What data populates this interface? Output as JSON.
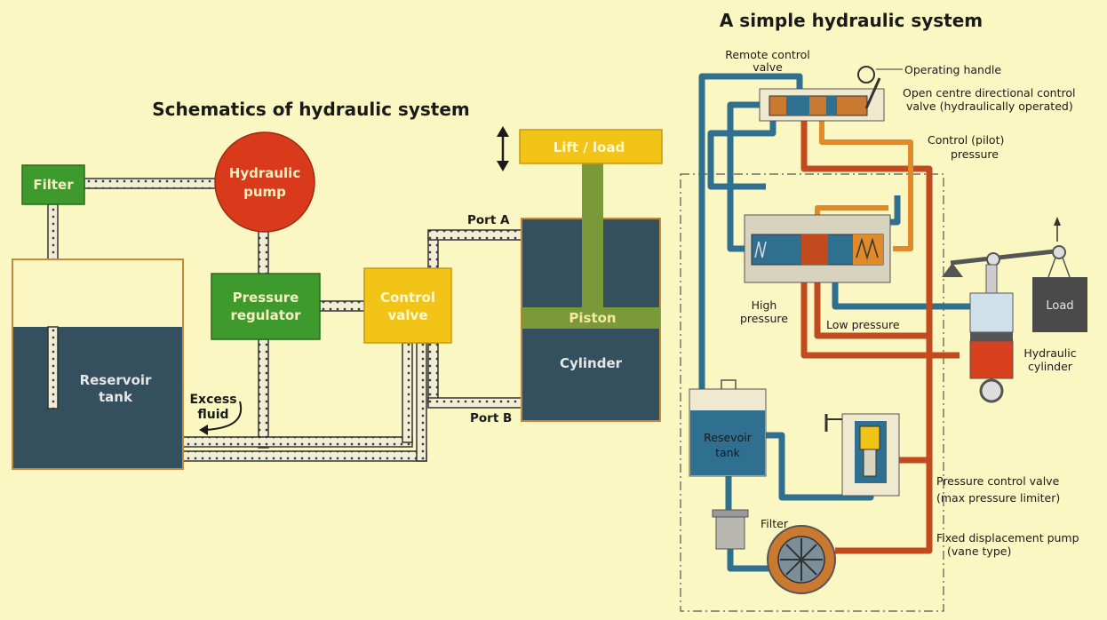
{
  "left": {
    "title": "Schematics of hydraulic system",
    "filter": "Filter",
    "pump": [
      "Hydraulic",
      "pump"
    ],
    "regulator": [
      "Pressure",
      "regulator"
    ],
    "control_valve": [
      "Control",
      "valve"
    ],
    "lift": "Lift / load",
    "piston": "Piston",
    "cylinder": "Cylinder",
    "reservoir": [
      "Reservoir",
      "tank"
    ],
    "excess": [
      "Excess",
      "fluid"
    ],
    "port_a": "Port A",
    "port_b": "Port B"
  },
  "right": {
    "title": "A simple hydraulic system",
    "remote_valve": [
      "Remote control",
      "valve"
    ],
    "handle": "Operating handle",
    "directional": [
      "Open centre directional control",
      "valve (hydraulically operated)"
    ],
    "pilot": [
      "Control (pilot)",
      "pressure"
    ],
    "high_pressure": [
      "High",
      "pressure"
    ],
    "low_pressure": "Low pressure",
    "load": "Load",
    "hyd_cylinder": [
      "Hydraulic",
      "cylinder"
    ],
    "reservoir": [
      "Resevoir",
      "tank"
    ],
    "filter": "Filter",
    "pressure_control": [
      "Pressure control valve",
      "(max pressure limiter)"
    ],
    "pump": [
      "Fixed displacement pump",
      "(vane type)"
    ]
  },
  "colors": {
    "background": "#fbf7c2",
    "green": "#3f9a2e",
    "red": "#d93a1c",
    "yellow": "#f2c418",
    "tank": "#34505e",
    "blue_pipe": "#2f6f8f",
    "red_pipe": "#c24a1f",
    "orange_pipe": "#e08a2a"
  }
}
